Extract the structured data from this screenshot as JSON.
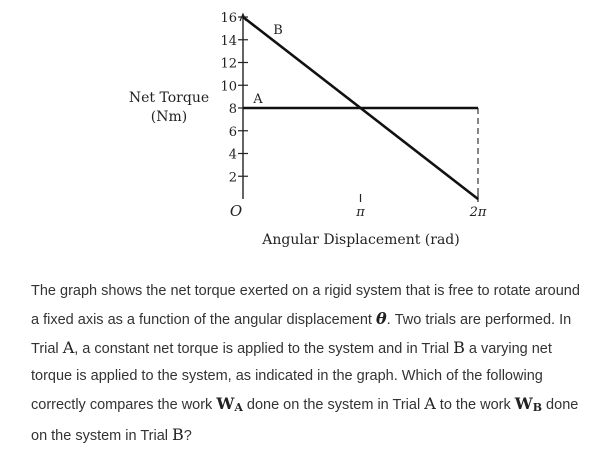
{
  "chart_data": {
    "type": "line",
    "ylabel_line1": "Net Torque",
    "ylabel_line2": "(Nm)",
    "xlabel": "Angular Displacement (rad)",
    "origin_label": "O",
    "y_ticks": [
      2,
      4,
      6,
      8,
      10,
      12,
      14,
      16
    ],
    "y_tick_labels": [
      "2",
      "4",
      "6",
      "8",
      "10",
      "12",
      "14",
      "16"
    ],
    "x_ticks": [
      3.14159,
      6.28318
    ],
    "x_tick_labels": [
      "π",
      "2π"
    ],
    "xlim": [
      0,
      6.28318
    ],
    "ylim": [
      0,
      16
    ],
    "grid": false,
    "series": [
      {
        "name": "A",
        "x": [
          0,
          6.28318
        ],
        "y": [
          8,
          8
        ]
      },
      {
        "name": "B",
        "x": [
          0,
          6.28318
        ],
        "y": [
          16,
          0
        ]
      }
    ],
    "dashed_guides": [
      {
        "x": 6.28318,
        "from": 0,
        "to": 8
      }
    ]
  },
  "question": {
    "p1": "The graph shows the net torque exerted on a rigid system that is free to rotate around a fixed axis as a function of the angular displacement ",
    "theta": "θ",
    "p2": ". Two trials are performed. In Trial ",
    "trialA1": "A",
    "p3": ", a constant net torque is applied to the system and in Trial ",
    "trialB1": "B",
    "p4": " a varying net torque is applied to the system, as indicated in the graph. Which of the following correctly compares the work ",
    "W1": "W",
    "W1sub": "A",
    "p5": " done on the system in Trial ",
    "trialA2": "A",
    "p6": " to the work ",
    "W2": "W",
    "W2sub": "B",
    "p7": " done on the system in Trial ",
    "trialB2": "B",
    "p8": "?"
  }
}
